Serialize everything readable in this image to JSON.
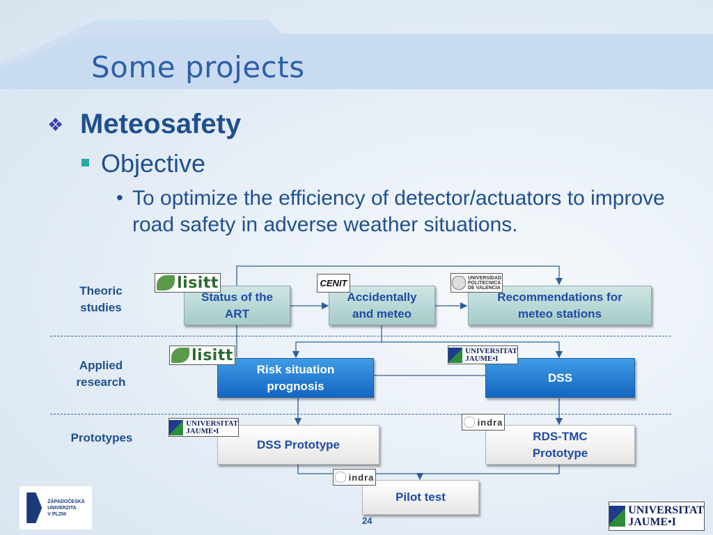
{
  "slide": {
    "title": "Some projects",
    "project": "Meteosafety",
    "subheading": "Objective",
    "bullet_glyph": "❖",
    "sub_bullet_glyph": "•",
    "objective_text": "To optimize the efficiency of detector/actuators to improve road safety in adverse weather situations.",
    "page_number": "24"
  },
  "diagram": {
    "rows": {
      "theoretic": "Theoric\nstudies",
      "applied": "Applied\nresearch",
      "prototypes": "Prototypes"
    },
    "boxes": {
      "status_art": "Status of the\nART",
      "accidentally_meteo": "Accidentally\nand meteo",
      "recommendations": "Recommendations for\nmeteo stations",
      "risk_situation": "Risk situation\nprognosis",
      "dss": "DSS",
      "dss_prototype": "DSS Prototype",
      "rds_tmc": "RDS-TMC\nPrototype",
      "pilot_test": "Pilot test"
    },
    "logos": {
      "lisitt": "lisitt",
      "cenit": "CENIT",
      "upv": "UNIVERSIDAD\nPOLITECNICA\nDE VALENCIA",
      "uji_line1": "UNIVERSITAT",
      "uji_line2": "JAUME•I",
      "indra": "indra",
      "zcu": "ZÁPADOČESKÁ\nUNIVERZITA\nV PLZNI"
    },
    "colors": {
      "title_blue": "#2e5fa6",
      "text_blue": "#1f4f8f",
      "teal_box": "#b9d9d6",
      "blue_box": "#1f7fd6",
      "white_box": "#f4f4f4"
    }
  }
}
